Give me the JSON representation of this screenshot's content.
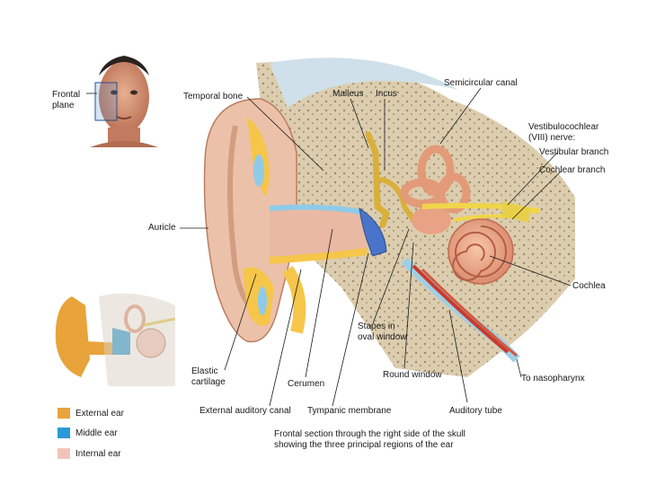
{
  "labels": {
    "frontal_plane": "Frontal\nplane",
    "temporal_bone": "Temporal bone",
    "malleus": "Malleus",
    "incus": "Incus",
    "semicircular_canal": "Semicircular canal",
    "vestibulocochlear_nerve": "Vestibulocochlear\n(VIII) nerve:",
    "vestibular_branch": "Vestibular branch",
    "cochlear_branch": "Cochlear branch",
    "auricle": "Auricle",
    "cochlea": "Cochlea",
    "stapes": "Stapes in\noval window",
    "elastic_cartilage": "Elastic\ncartilage",
    "cerumen": "Cerumen",
    "round_window": "Round window",
    "to_nasopharynx": "To nasopharynx",
    "external_auditory_canal": "External auditory canal",
    "tympanic_membrane": "Tympanic membrane",
    "auditory_tube": "Auditory tube"
  },
  "legend": [
    {
      "label": "External ear",
      "color": "#e8a33a"
    },
    {
      "label": "Middle ear",
      "color": "#2a9ad6"
    },
    {
      "label": "Internal ear",
      "color": "#f2c4b8"
    }
  ],
  "caption": {
    "line1": "Frontal section through the right side of the skull",
    "line2": "showing the three principal regions of the ear"
  }
}
